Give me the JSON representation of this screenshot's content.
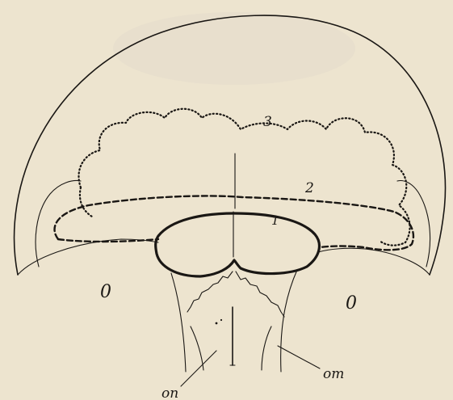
{
  "labels": {
    "outline_3": "3",
    "outline_2": "2",
    "outline_1": "1",
    "left_region": "0",
    "right_region": "0",
    "pointer_om": "om",
    "pointer_on": "on"
  }
}
